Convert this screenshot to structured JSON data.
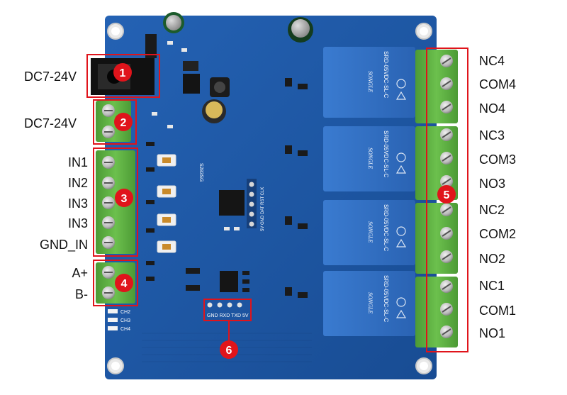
{
  "left_labels": {
    "dc_power_jack": "DC7-24V",
    "dc_terminal": "DC7-24V",
    "in1": "IN1",
    "in2": "IN2",
    "in3a": "IN3",
    "in3b": "IN3",
    "gnd_in": "GND_IN",
    "a_plus": "A+",
    "b_minus": "B-"
  },
  "right_labels": {
    "nc4": "NC4",
    "com4": "COM4",
    "no4": "NO4",
    "nc3": "NC3",
    "com3": "COM3",
    "no3": "NO3",
    "nc2": "NC2",
    "com2": "COM2",
    "no2": "NO2",
    "nc1": "NC1",
    "com1": "COM1",
    "no1": "NO1"
  },
  "callouts": [
    "1",
    "2",
    "3",
    "4",
    "5",
    "6"
  ],
  "board": {
    "relay_text_1": "SRD-05VDC-SL-C",
    "relay_text_2": "SONGLE",
    "serial_header": "GND RXD TXD 5V",
    "prog_header": "5V GND DAT RST CLK",
    "led_labels": [
      "CH2",
      "CH3",
      "CH4"
    ],
    "chip_label": "S283SG"
  },
  "colors": {
    "pcb": "#1e58a8",
    "relay": "#2f6fc4",
    "terminal": "#5fb043",
    "callout": "#e0141b"
  }
}
